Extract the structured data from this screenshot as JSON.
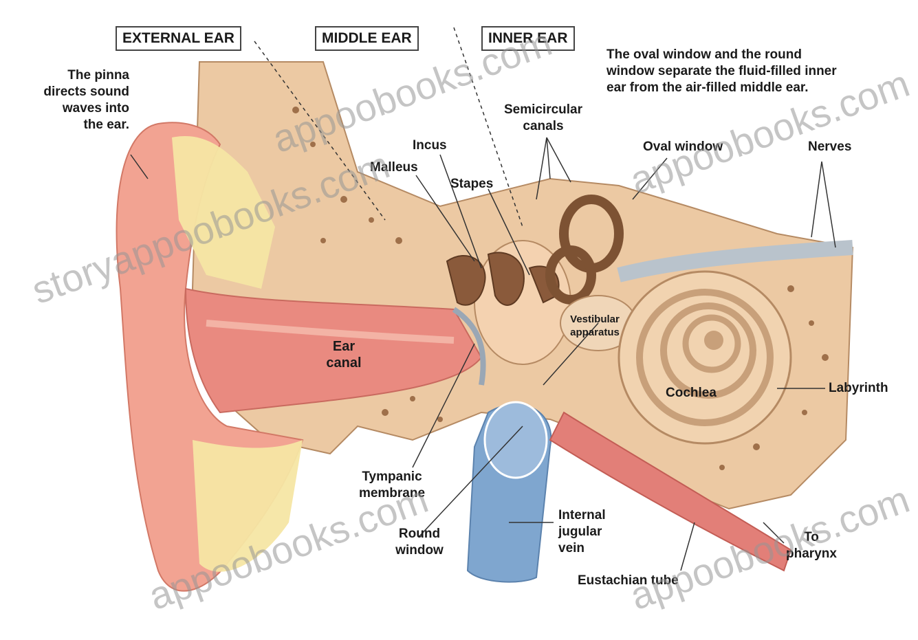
{
  "sections": {
    "external": "EXTERNAL EAR",
    "middle": "MIDDLE EAR",
    "inner": "INNER EAR"
  },
  "notes": {
    "windows_line1": "The oval window and the round",
    "windows_line2": "window separate the fluid-filled inner",
    "windows_line3": "ear from the air-filled middle ear.",
    "pinna_line1": "The pinna",
    "pinna_line2": "directs sound",
    "pinna_line3": "waves into",
    "pinna_line4": "the ear."
  },
  "labels": {
    "semicircular_1": "Semicircular",
    "semicircular_2": "canals",
    "incus": "Incus",
    "malleus": "Malleus",
    "stapes": "Stapes",
    "oval_window": "Oval window",
    "nerves": "Nerves",
    "vestibular_1": "Vestibular",
    "vestibular_2": "apparatus",
    "ear_canal_1": "Ear",
    "ear_canal_2": "canal",
    "cochlea": "Cochlea",
    "labyrinth": "Labyrinth",
    "tympanic_1": "Tympanic",
    "tympanic_2": "membrane",
    "round_window_1": "Round",
    "round_window_2": "window",
    "jugular_1": "Internal",
    "jugular_2": "jugular",
    "jugular_3": "vein",
    "pharynx_1": "To",
    "pharynx_2": "pharynx",
    "eustachian": "Eustachian tube"
  },
  "watermarks": {
    "wm1": "storyappoobooks.com",
    "wm2": "appoobooks.com",
    "wm3": "appoobooks.com",
    "wm4": "appoobooks.com",
    "wm5": "appoobooks.com"
  },
  "colors": {
    "skin": "#f3a091",
    "cartilage": "#f7e9a8",
    "bone": "#e8c9a3",
    "canal": "#e98a80",
    "vein": "#7fa6cf",
    "ossicles": "#8a5a3b"
  }
}
